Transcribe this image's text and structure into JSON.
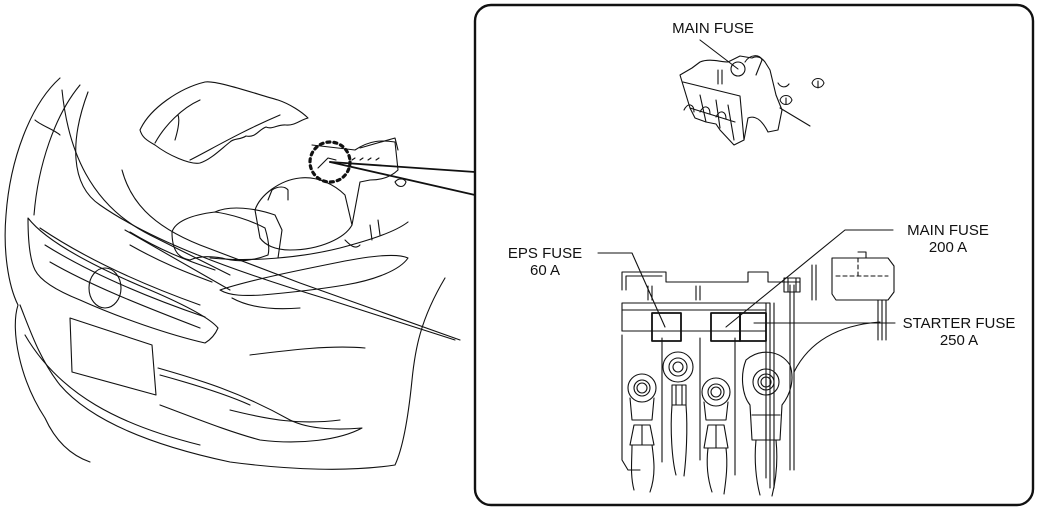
{
  "diagram": {
    "type": "service-manual-illustration",
    "subject": "Vehicle front view with main fuse block location",
    "overview": {
      "description": "Front of vehicle, hood open, engine compartment with highlighted main fuse location",
      "highlight_marker": "dashed-circle"
    },
    "inset": {
      "top_label": "MAIN FUSE",
      "callouts": [
        {
          "id": "eps-fuse",
          "name": "EPS FUSE",
          "rating": "60 A"
        },
        {
          "id": "main-fuse",
          "name": "MAIN FUSE",
          "rating": "200 A"
        },
        {
          "id": "starter-fuse",
          "name": "STARTER FUSE",
          "rating": "250 A"
        }
      ]
    },
    "colors": {
      "line": "#111111",
      "background": "#ffffff"
    }
  }
}
